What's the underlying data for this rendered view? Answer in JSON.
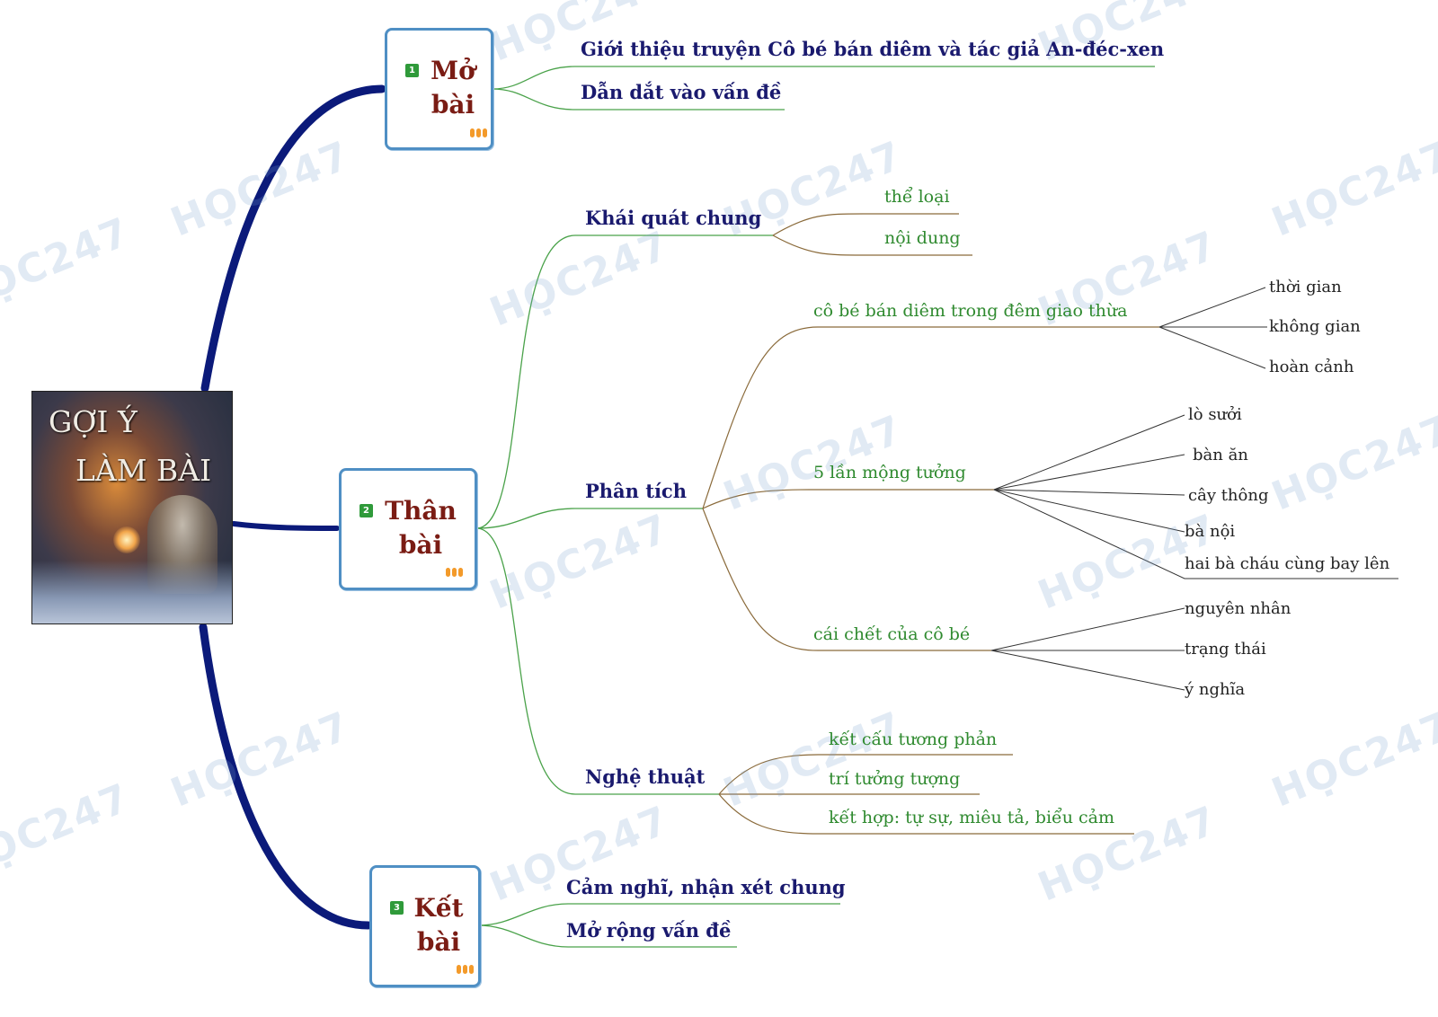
{
  "central": {
    "title_line1": "GỢI Ý",
    "title_line2": "LÀM BÀI"
  },
  "watermark": "HỌC247",
  "sections": [
    {
      "number": "1",
      "label": "Mở\nbài",
      "children": [
        "Giới thiệu truyện Cô bé bán diêm và tác giả An-đéc-xen",
        "Dẫn dắt vào vấn đề"
      ]
    },
    {
      "number": "2",
      "label": "Thân\nbài",
      "children": [
        {
          "label": "Khái quát chung",
          "children": [
            "thể loại",
            "nội dung"
          ]
        },
        {
          "label": "Phân tích",
          "children": [
            {
              "label": "cô bé bán diêm trong đêm giao thừa",
              "children": [
                "thời gian",
                "không gian",
                "hoàn cảnh"
              ]
            },
            {
              "label": "5 lần mộng tưởng",
              "children": [
                "lò sưởi",
                "bàn ăn",
                "cây thông",
                "bà nội",
                "hai bà cháu cùng bay lên"
              ]
            },
            {
              "label": "cái chết của cô bé",
              "children": [
                "nguyên nhân",
                "trạng thái",
                "ý nghĩa"
              ]
            }
          ]
        },
        {
          "label": "Nghệ thuật",
          "children": [
            "kết cấu tương phản",
            "trí tưởng tượng",
            "kết hợp: tự sự, miêu tả, biểu cảm"
          ]
        }
      ]
    },
    {
      "number": "3",
      "label": "Kết\nbài",
      "children": [
        "Cảm nghĩ, nhận xét chung",
        "Mở rộng vấn đề"
      ]
    }
  ],
  "colors": {
    "main_branch": "#0b1a7a",
    "box_border": "#4f8fc4",
    "level1_text": "#1a1a6e",
    "level2_text": "#2f8a2f",
    "level3_text": "#222222",
    "green_line": "#4aa24a",
    "brown_line": "#8a6a3a",
    "black_line": "#333333",
    "section_label": "#7a1c14",
    "number_badge": "#2f9a3a"
  }
}
